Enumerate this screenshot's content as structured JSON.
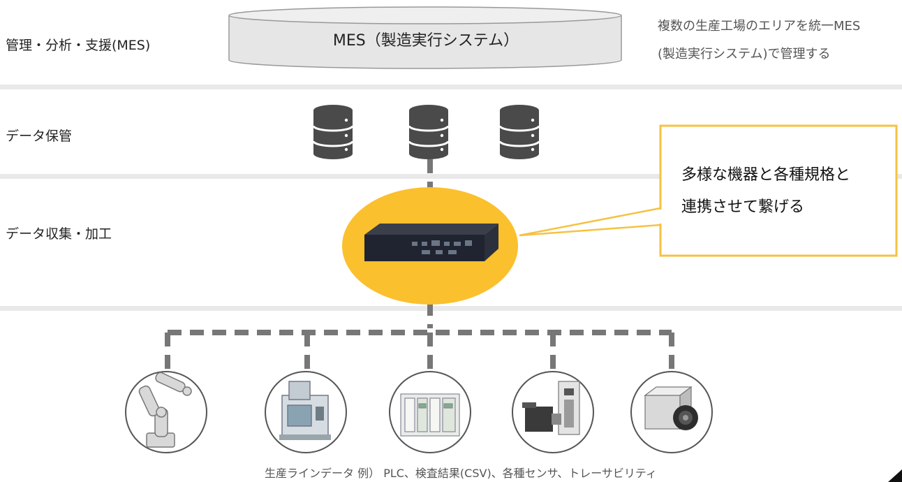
{
  "layers": {
    "management": "管理・分析・支援(MES)",
    "storage": "データ保管",
    "collection": "データ収集・加工"
  },
  "mes": {
    "label": "MES（製造実行システム）",
    "note_line1": "複数の生産工場のエリアを統一MES",
    "note_line2": "(製造実行システム)で管理する"
  },
  "callout": {
    "line1": "多様な機器と各種規格と",
    "line2": "連携させて繋げる"
  },
  "caption": "生産ラインデータ 例） PLC、検査結果(CSV)、各種センサ、トレーサビリティ",
  "devices": [
    {
      "icon": "robot-arm-icon"
    },
    {
      "icon": "machining-center-icon"
    },
    {
      "icon": "plc-icon"
    },
    {
      "icon": "servo-motor-driver-icon"
    },
    {
      "icon": "camera-icon"
    }
  ],
  "colors": {
    "accent": "#fbc02d",
    "callout_border": "#f5c242",
    "connector": "#777777",
    "database": "#4a4a4a"
  }
}
